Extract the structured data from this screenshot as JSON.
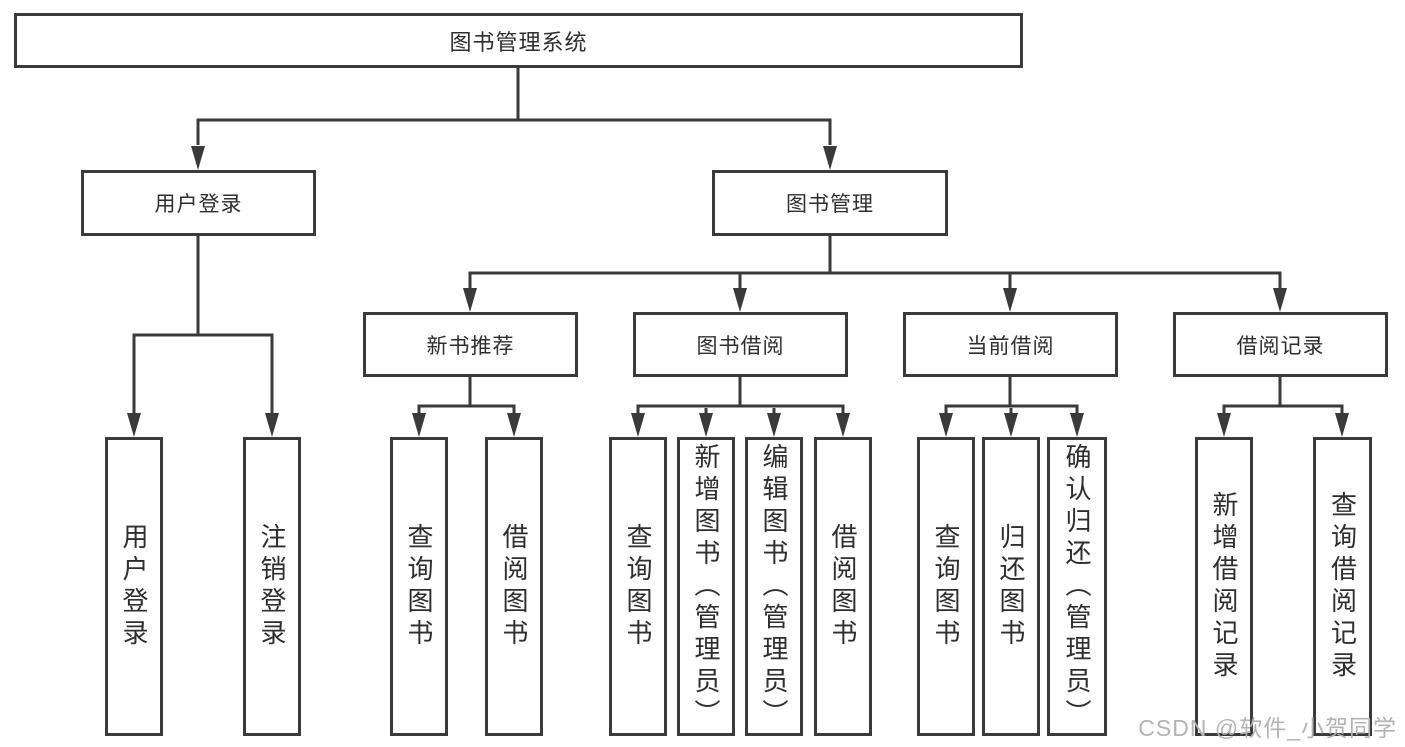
{
  "diagram": {
    "root": {
      "label": "图书管理系统"
    },
    "branches": [
      {
        "label": "用户登录",
        "children": [
          {
            "label": "用户登录"
          },
          {
            "label": "注销登录"
          }
        ]
      },
      {
        "label": "图书管理",
        "children": [
          {
            "label": "新书推荐",
            "children": [
              {
                "label": "查询图书"
              },
              {
                "label": "借阅图书"
              }
            ]
          },
          {
            "label": "图书借阅",
            "children": [
              {
                "label": "查询图书"
              },
              {
                "label": "新增图书（管理员）"
              },
              {
                "label": "编辑图书（管理员）"
              },
              {
                "label": "借阅图书"
              }
            ]
          },
          {
            "label": "当前借阅",
            "children": [
              {
                "label": "查询图书"
              },
              {
                "label": "归还图书"
              },
              {
                "label": "确认归还（管理员）"
              }
            ]
          },
          {
            "label": "借阅记录",
            "children": [
              {
                "label": "新增借阅记录"
              },
              {
                "label": "查询借阅记录"
              }
            ]
          }
        ]
      }
    ]
  },
  "watermark": {
    "text": "CSDN @软件_小贺同学"
  },
  "colors": {
    "line": "#3a3a3a",
    "text": "#2e2e2e",
    "background": "#ffffff",
    "watermark": "#b3b3b3"
  }
}
